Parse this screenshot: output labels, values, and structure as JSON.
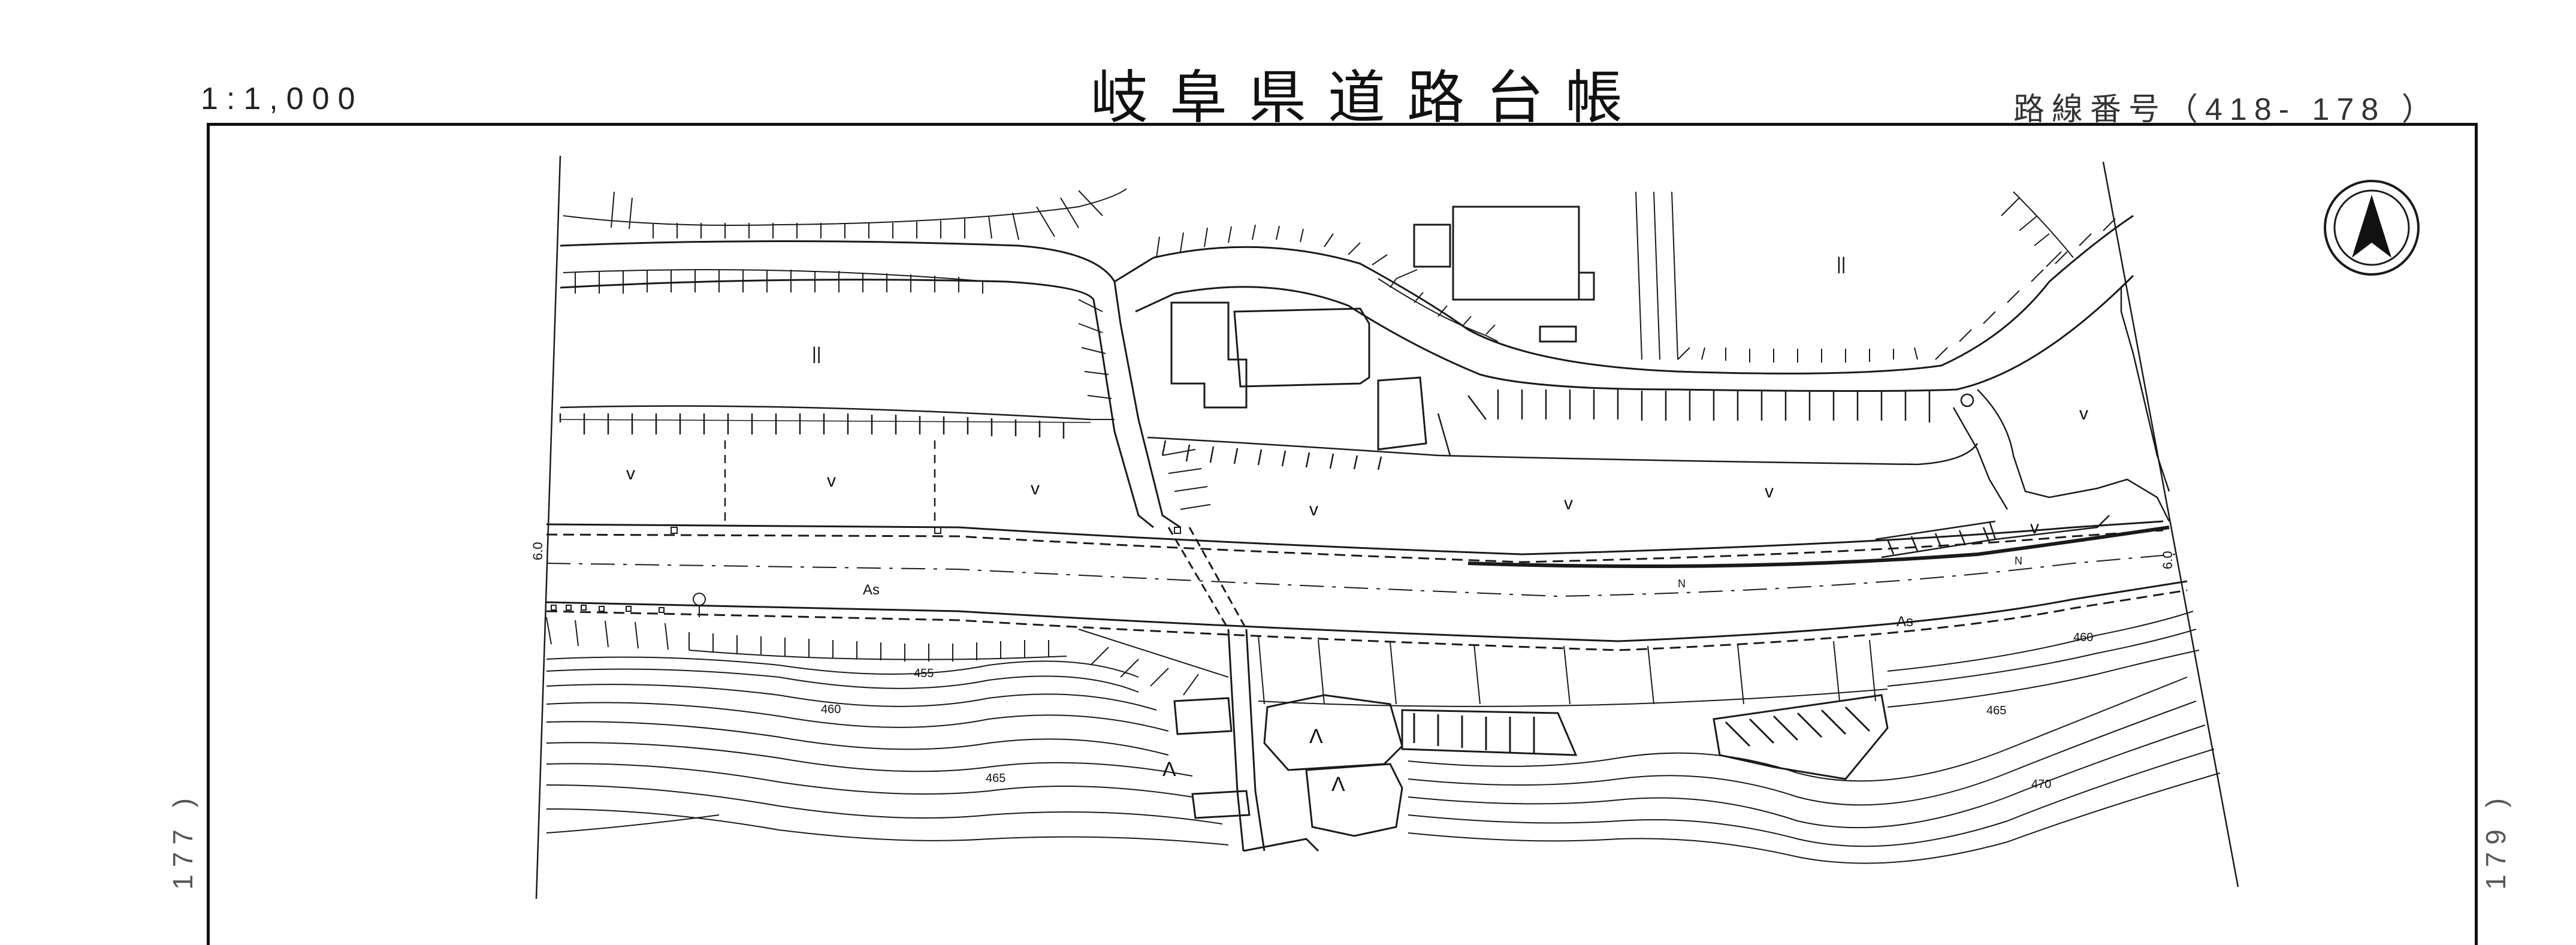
{
  "header": {
    "scale": "1:1,000",
    "title": "岐阜県道路台帳",
    "route_number": "路線番号（418- 178 ）"
  },
  "adjacent_sheets": {
    "previous": "177 )",
    "next": "179 )"
  },
  "map": {
    "north_arrow": "north-arrow-icon",
    "land_use_symbols": {
      "paddy": "||",
      "field": "v",
      "forest": "Λ"
    },
    "road_surface_labels": [
      "As",
      "As"
    ],
    "contour_labels": [
      "455",
      "460",
      "465",
      "460",
      "465",
      "470"
    ],
    "edge_marks": [
      "6.0",
      "6.0"
    ],
    "n_marks": [
      "N",
      "N"
    ]
  }
}
